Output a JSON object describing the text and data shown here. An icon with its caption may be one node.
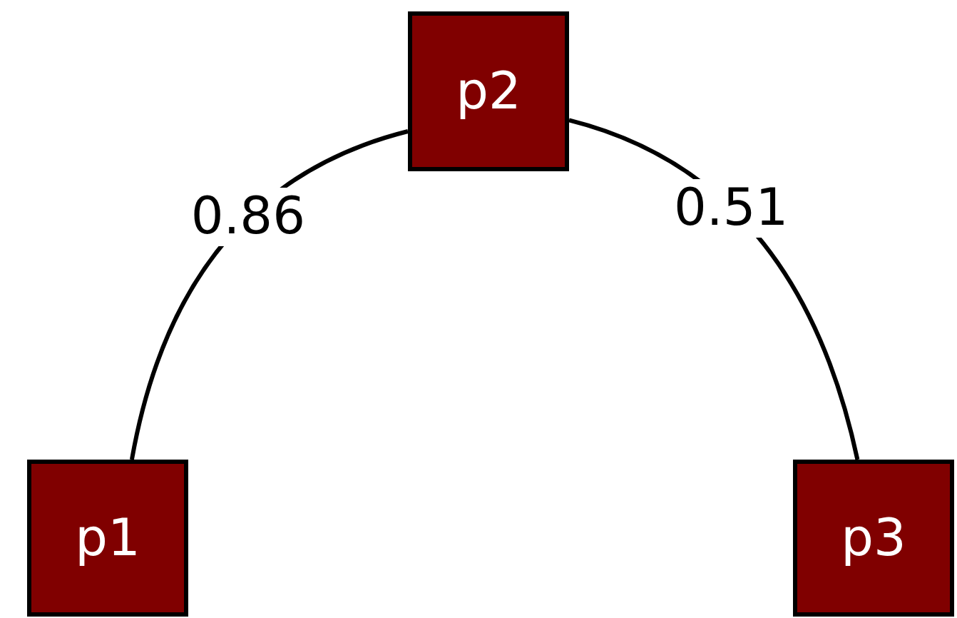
{
  "diagram": {
    "nodes": [
      {
        "text": [
          "p2"
        ]
      },
      {
        "text": [
          "p1"
        ]
      },
      {
        "text": [
          "p3"
        ]
      }
    ],
    "edges": [
      {
        "from": 0,
        "to": 1,
        "arrow": "none",
        "label": "0.86"
      },
      {
        "from": 0,
        "to": 2,
        "arrow": "none",
        "label": "0.51"
      }
    ]
  }
}
